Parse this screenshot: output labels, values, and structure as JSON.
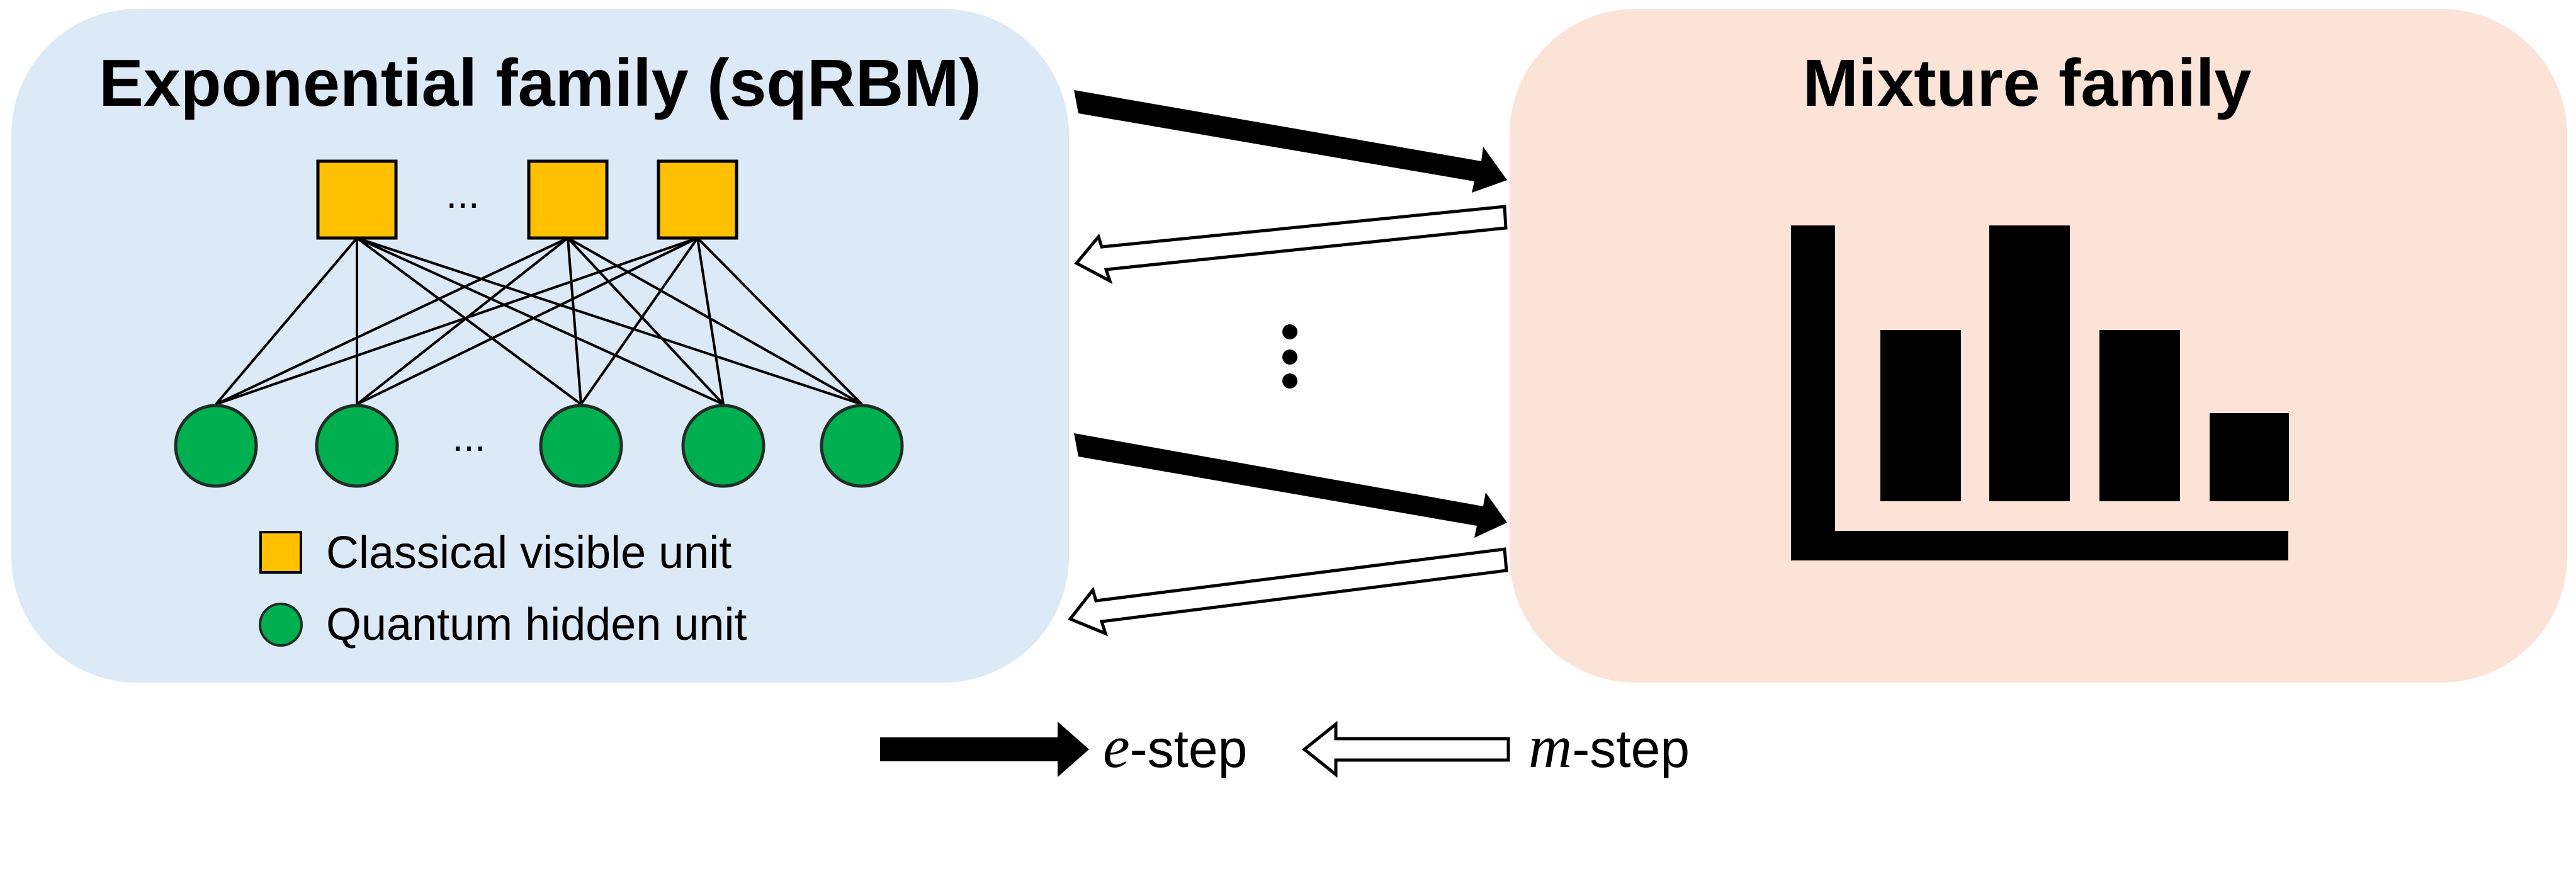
{
  "left_panel": {
    "title": "Exponential family (sqRBM)",
    "fill": "#dce9f6",
    "visible_units_count": 3,
    "hidden_units_count": 5,
    "ellipsis": "...",
    "legend": {
      "visible": "Classical visible unit",
      "hidden": "Quantum hidden unit"
    }
  },
  "right_panel": {
    "title": "Mixture family",
    "fill": "#fbe3d7",
    "histogram_icon": "bar-chart-icon"
  },
  "colors": {
    "visible_unit": "#ffc000",
    "hidden_unit": "#00b050",
    "e_step_arrow": "#000000",
    "m_step_arrow": "#ffffff"
  },
  "bottom_legend": {
    "e_step_symbol": "e",
    "e_step_suffix": "-step",
    "m_step_symbol": "m",
    "m_step_suffix": "-step"
  }
}
